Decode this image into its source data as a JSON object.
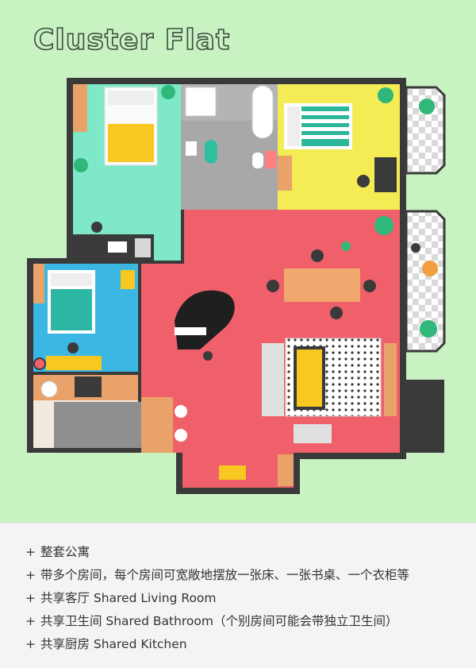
{
  "title": "Cluster Flat",
  "plan": {
    "rooms": [
      {
        "name": "bedroom-1",
        "color": "#7ee8c8"
      },
      {
        "name": "bathroom",
        "color": "#a8a8a8"
      },
      {
        "name": "bedroom-2",
        "color": "#f3ec55"
      },
      {
        "name": "bedroom-3",
        "color": "#3bb7e3"
      },
      {
        "name": "living-room",
        "color": "#f0606a"
      },
      {
        "name": "kitchen",
        "color": "#8f8f8f"
      }
    ],
    "accent_colors": {
      "wall": "#3a3a3a",
      "wood": "#e8a26a",
      "bed_yellow": "#f8c820",
      "plant": "#2fb87a"
    }
  },
  "features": [
    "整套公寓",
    "带多个房间，每个房间可宽敞地摆放一张床、一张书桌、一个衣柜等",
    "共享客厅 Shared Living Room",
    "共享卫生间 Shared Bathroom（个别房间可能会带独立卫生间）",
    "共享厨房 Shared Kitchen"
  ],
  "bullet_symbol": "+"
}
